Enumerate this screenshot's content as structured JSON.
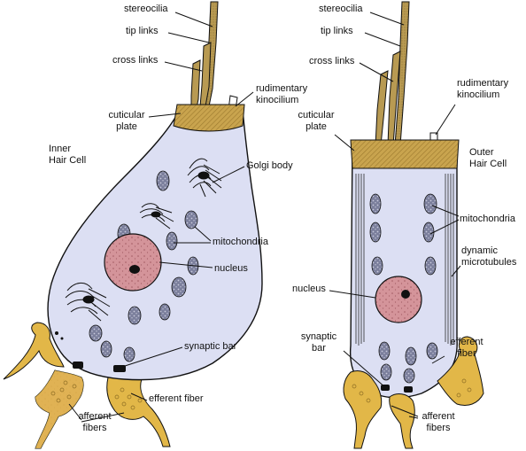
{
  "colors": {
    "cell_fill": "#dcdff3",
    "outline": "#111111",
    "stereocilia": "#b89a52",
    "cuticular_plate": "#c9a44e",
    "nucleus": "#d4949a",
    "mitochondria": "#7b7f9c",
    "nerve_fiber": "#e2b748",
    "microtubules": "#2b2b2b"
  },
  "inner_cell": {
    "title": "Inner\nHair Cell",
    "labels": {
      "stereocilia": "stereocilia",
      "tip_links": "tip links",
      "cross_links": "cross links",
      "rudimentary_kinocilium": "rudimentary\nkinocilium",
      "cuticular_plate": "cuticular\nplate",
      "golgi_body": "Golgi body",
      "mitochondria": "mitochondria",
      "nucleus": "nucleus",
      "synaptic_bar": "synaptic bar",
      "efferent_fiber": "efferent fiber",
      "afferent_fibers": "afferent\nfibers"
    }
  },
  "outer_cell": {
    "title": "Outer\nHair Cell",
    "labels": {
      "stereocilia": "stereocilia",
      "tip_links": "tip links",
      "cross_links": "cross links",
      "rudimentary_kinocilium": "rudimentary\nkinocilium",
      "cuticular_plate": "cuticular\nplate",
      "mitochondria": "mitochondria",
      "dynamic_microtubules": "dynamic\nmicrotubules",
      "nucleus": "nucleus",
      "synaptic_bar": "synaptic\nbar",
      "efferent_fiber": "efferent\nfiber",
      "afferent_fibers": "afferent\nfibers"
    }
  }
}
